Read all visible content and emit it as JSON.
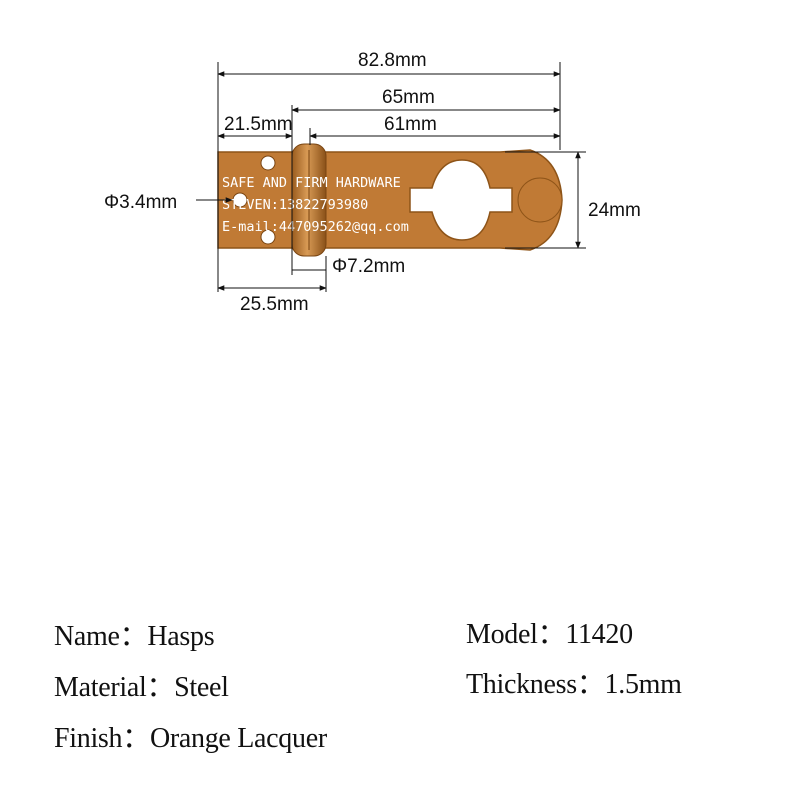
{
  "dimensions": {
    "overall_length": "82.8mm",
    "hinge_to_end": "65mm",
    "after_hinge_to_end": "61mm",
    "leaf_width": "21.5mm",
    "height": "24mm",
    "hole_diameter": "Φ3.4mm",
    "pin_diameter": "Φ7.2mm",
    "base_length": "25.5mm"
  },
  "watermark": {
    "line1": "SAFE AND FIRM HARDWARE",
    "line2": "STEVEN:13822793980",
    "line3": "E-mail:447095262@qq.com"
  },
  "specs": {
    "name_label": "Name：",
    "name_value": "Hasps",
    "model_label": "Model：",
    "model_value": "11420",
    "material_label": "Material：",
    "material_value": "Steel",
    "thickness_label": "Thickness：",
    "thickness_value": "1.5mm",
    "finish_label": "Finish：",
    "finish_value": "Orange Lacquer"
  },
  "colors": {
    "body": "#c07a35",
    "body_dark": "#8e5418",
    "dimension_line": "#111111"
  }
}
